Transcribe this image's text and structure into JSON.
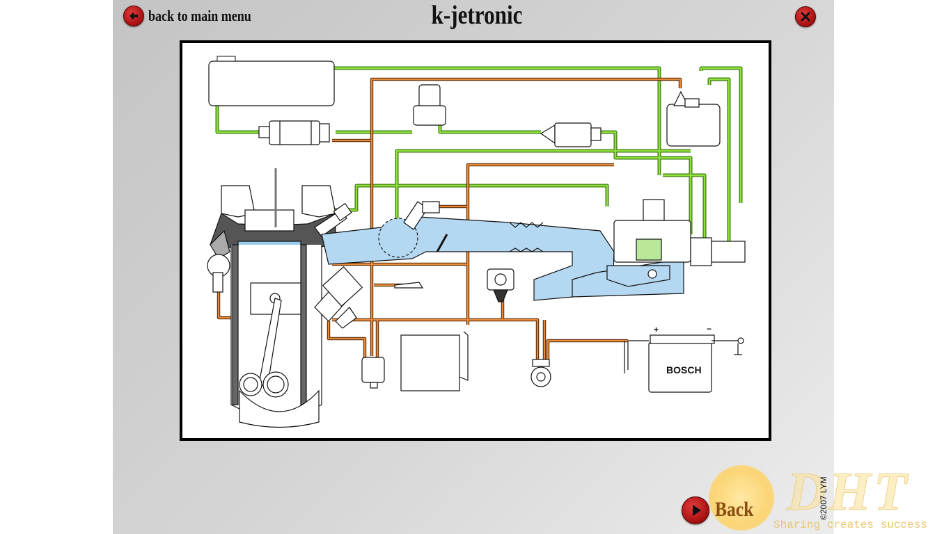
{
  "header": {
    "back_to_menu_label": "back to main menu",
    "title": "k-jetronic"
  },
  "diagram": {
    "battery_brand": "BOSCH",
    "battery_plus": "+",
    "battery_minus": "−"
  },
  "footer": {
    "back_label": "Back",
    "copyright": "©2007 LYM",
    "watermark_logo": "DHT",
    "watermark_tagline": "Sharing creates success"
  },
  "colors": {
    "button_red": "#c01818",
    "fuel_line_green": "#7ed321",
    "electric_line_orange": "#d2691e",
    "air_blue": "#b5d8f2"
  }
}
